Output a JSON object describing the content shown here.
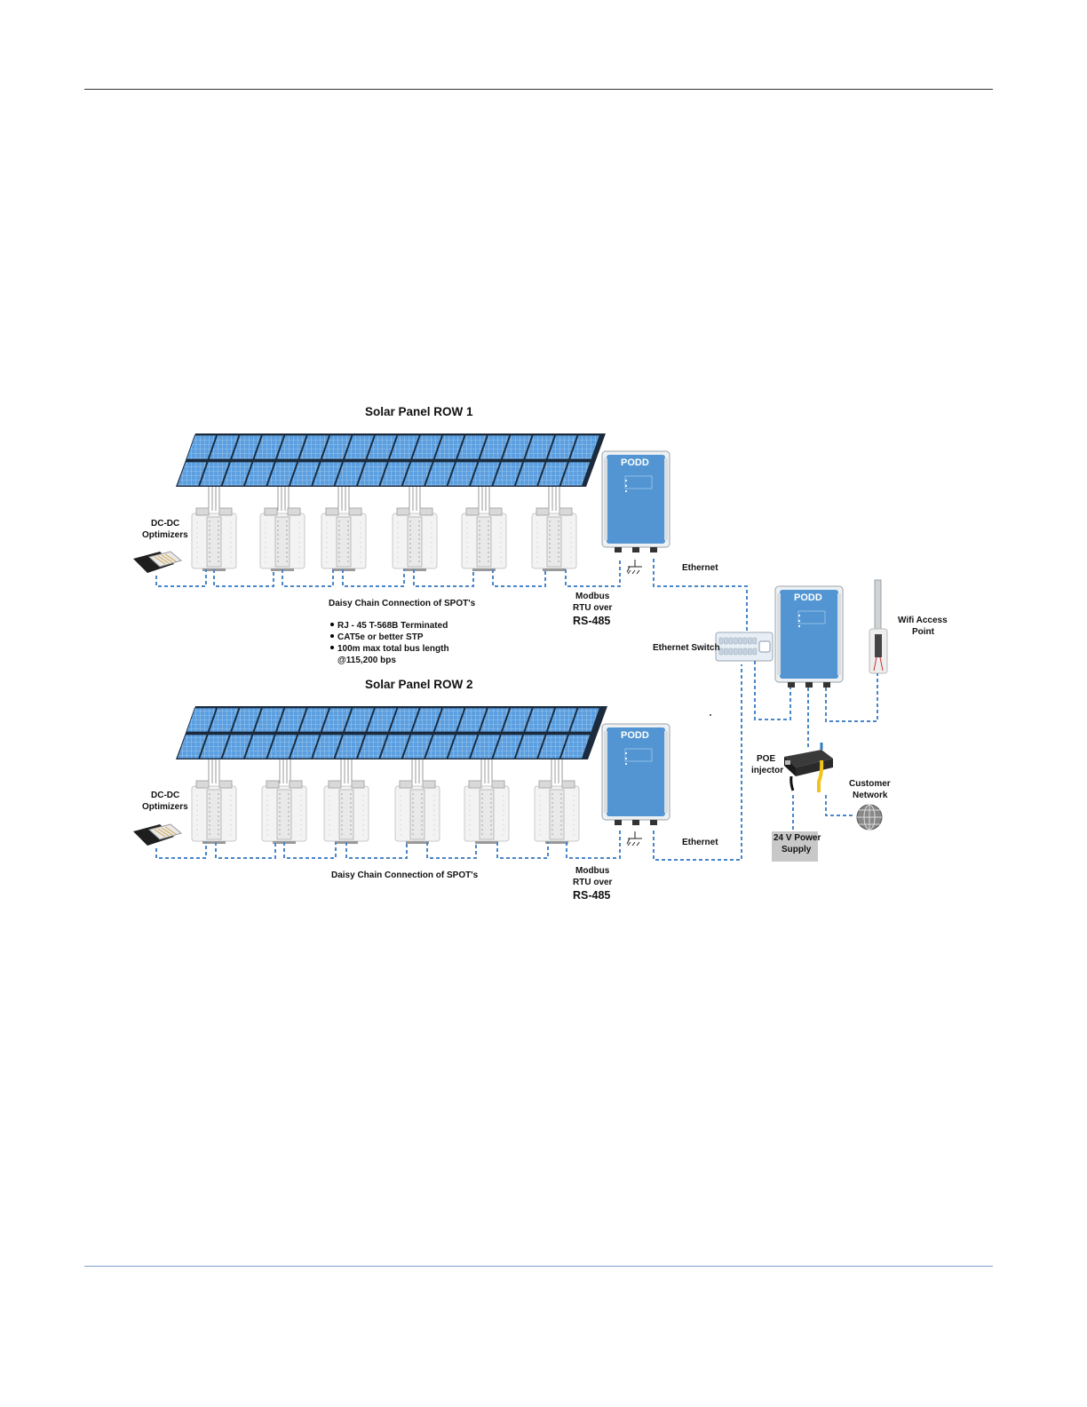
{
  "row1": {
    "title": "Solar Panel ROW 1",
    "optimizers_label": [
      "DC-DC",
      "Optimizers"
    ],
    "daisy_chain_label": "Daisy Chain Connection of SPOT's",
    "bullets": [
      "RJ - 45 T-568B Terminated",
      "CAT5e or better STP",
      "100m max total bus length",
      "@115,200 bps"
    ],
    "modbus_label": [
      "Modbus",
      "RTU over"
    ],
    "rs485_label": "RS-485",
    "ethernet_label": "Ethernet",
    "podd_brand": "PODD"
  },
  "row2": {
    "title": "Solar Panel ROW 2",
    "optimizers_label": [
      "DC-DC",
      "Optimizers"
    ],
    "daisy_chain_label": "Daisy Chain Connection of SPOT's",
    "modbus_label": [
      "Modbus",
      "RTU over"
    ],
    "rs485_label": "RS-485",
    "ethernet_label": "Ethernet",
    "podd_brand": "PODD"
  },
  "network": {
    "ethernet_switch_label": "Ethernet Switch",
    "wifi_label": [
      "Wifi Access",
      "Point"
    ],
    "poe_label": [
      "POE",
      "injector"
    ],
    "customer_network_label": [
      "Customer",
      "Network"
    ],
    "power_supply_label": [
      "24 V Power",
      "Supply"
    ],
    "podd_brand": "PODD"
  },
  "colors": {
    "cable": "#4a86c8",
    "panel_cell": "#5b9fe0",
    "enclosure_blue": "#3b87cc",
    "power_box": "#c8c8c8"
  }
}
